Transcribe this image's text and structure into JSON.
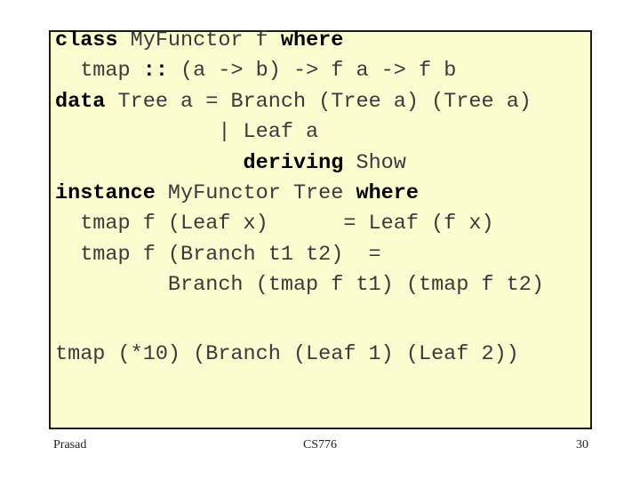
{
  "slide": {
    "colors": {
      "page_background": "#ffffff",
      "box_background": "#FCFCD0",
      "box_border": "#1c1c1c",
      "code_text": "#3a3a3a",
      "keyword_text": "#000000"
    },
    "code_block_1": {
      "lines": [
        [
          {
            "text": "class",
            "bold": true
          },
          {
            "text": " MyFunctor f ",
            "bold": false
          },
          {
            "text": "where",
            "bold": true
          }
        ],
        [
          {
            "text": "  tmap ",
            "bold": false
          },
          {
            "text": "::",
            "bold": true
          },
          {
            "text": " (a -> b) -> f a -> f b",
            "bold": false
          }
        ],
        [
          {
            "text": "data",
            "bold": true
          },
          {
            "text": " Tree a = Branch (Tree a) (Tree a)",
            "bold": false
          }
        ],
        [
          {
            "text": "             | Leaf a",
            "bold": false
          }
        ],
        [
          {
            "text": "               ",
            "bold": false
          },
          {
            "text": "deriving",
            "bold": true
          },
          {
            "text": " Show",
            "bold": false
          }
        ],
        [
          {
            "text": "instance",
            "bold": true
          },
          {
            "text": " MyFunctor Tree ",
            "bold": false
          },
          {
            "text": "where",
            "bold": true
          }
        ],
        [
          {
            "text": "  tmap f (Leaf x)      = Leaf (f x)",
            "bold": false
          }
        ],
        [
          {
            "text": "  tmap f (Branch t1 t2)  =",
            "bold": false
          }
        ],
        [
          {
            "text": "         Branch (tmap f t1) (tmap f t2)",
            "bold": false
          }
        ]
      ]
    },
    "code_block_2": {
      "lines": [
        [
          {
            "text": "tmap (*10) (Branch (Leaf 1) (Leaf 2))",
            "bold": false
          }
        ]
      ]
    },
    "footer": {
      "author": "Prasad",
      "course": "CS776",
      "page_number": "30"
    }
  }
}
